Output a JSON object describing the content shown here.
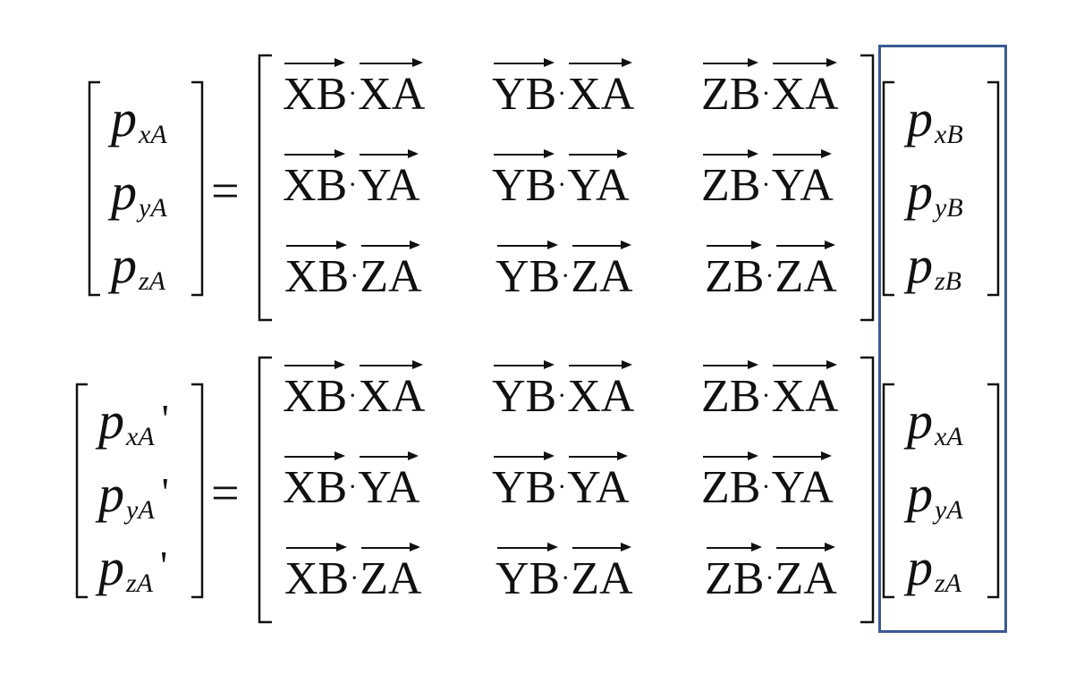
{
  "equations": [
    {
      "lhs": [
        {
          "base": "p",
          "sub": "xA",
          "prime": ""
        },
        {
          "base": "p",
          "sub": "yA",
          "prime": ""
        },
        {
          "base": "p",
          "sub": "zA",
          "prime": ""
        }
      ],
      "equals": "=",
      "matrix": [
        [
          {
            "a": "XB",
            "dot": "·",
            "b": "XA"
          },
          {
            "a": "YB",
            "dot": "·",
            "b": "XA"
          },
          {
            "a": "ZB",
            "dot": "·",
            "b": "XA"
          }
        ],
        [
          {
            "a": "XB",
            "dot": "·",
            "b": "YA"
          },
          {
            "a": "YB",
            "dot": "·",
            "b": "YA"
          },
          {
            "a": "ZB",
            "dot": "·",
            "b": "YA"
          }
        ],
        [
          {
            "a": "XB",
            "dot": "·",
            "b": "ZA"
          },
          {
            "a": "YB",
            "dot": "·",
            "b": "ZA"
          },
          {
            "a": "ZB",
            "dot": "·",
            "b": "ZA"
          }
        ]
      ],
      "rhs": [
        {
          "base": "p",
          "sub": "xB"
        },
        {
          "base": "p",
          "sub": "yB"
        },
        {
          "base": "p",
          "sub": "zB"
        }
      ]
    },
    {
      "lhs": [
        {
          "base": "p",
          "sub": "xA",
          "prime": "'"
        },
        {
          "base": "p",
          "sub": "yA",
          "prime": "'"
        },
        {
          "base": "p",
          "sub": "zA",
          "prime": "'"
        }
      ],
      "equals": "=",
      "matrix": [
        [
          {
            "a": "XB",
            "dot": "·",
            "b": "XA"
          },
          {
            "a": "YB",
            "dot": "·",
            "b": "XA"
          },
          {
            "a": "ZB",
            "dot": "·",
            "b": "XA"
          }
        ],
        [
          {
            "a": "XB",
            "dot": "·",
            "b": "YA"
          },
          {
            "a": "YB",
            "dot": "·",
            "b": "YA"
          },
          {
            "a": "ZB",
            "dot": "·",
            "b": "YA"
          }
        ],
        [
          {
            "a": "XB",
            "dot": "·",
            "b": "ZA"
          },
          {
            "a": "YB",
            "dot": "·",
            "b": "ZA"
          },
          {
            "a": "ZB",
            "dot": "·",
            "b": "ZA"
          }
        ]
      ],
      "rhs": [
        {
          "base": "p",
          "sub": "xA"
        },
        {
          "base": "p",
          "sub": "yA"
        },
        {
          "base": "p",
          "sub": "zA"
        }
      ]
    }
  ],
  "highlight_box_color": "#3a5a92"
}
